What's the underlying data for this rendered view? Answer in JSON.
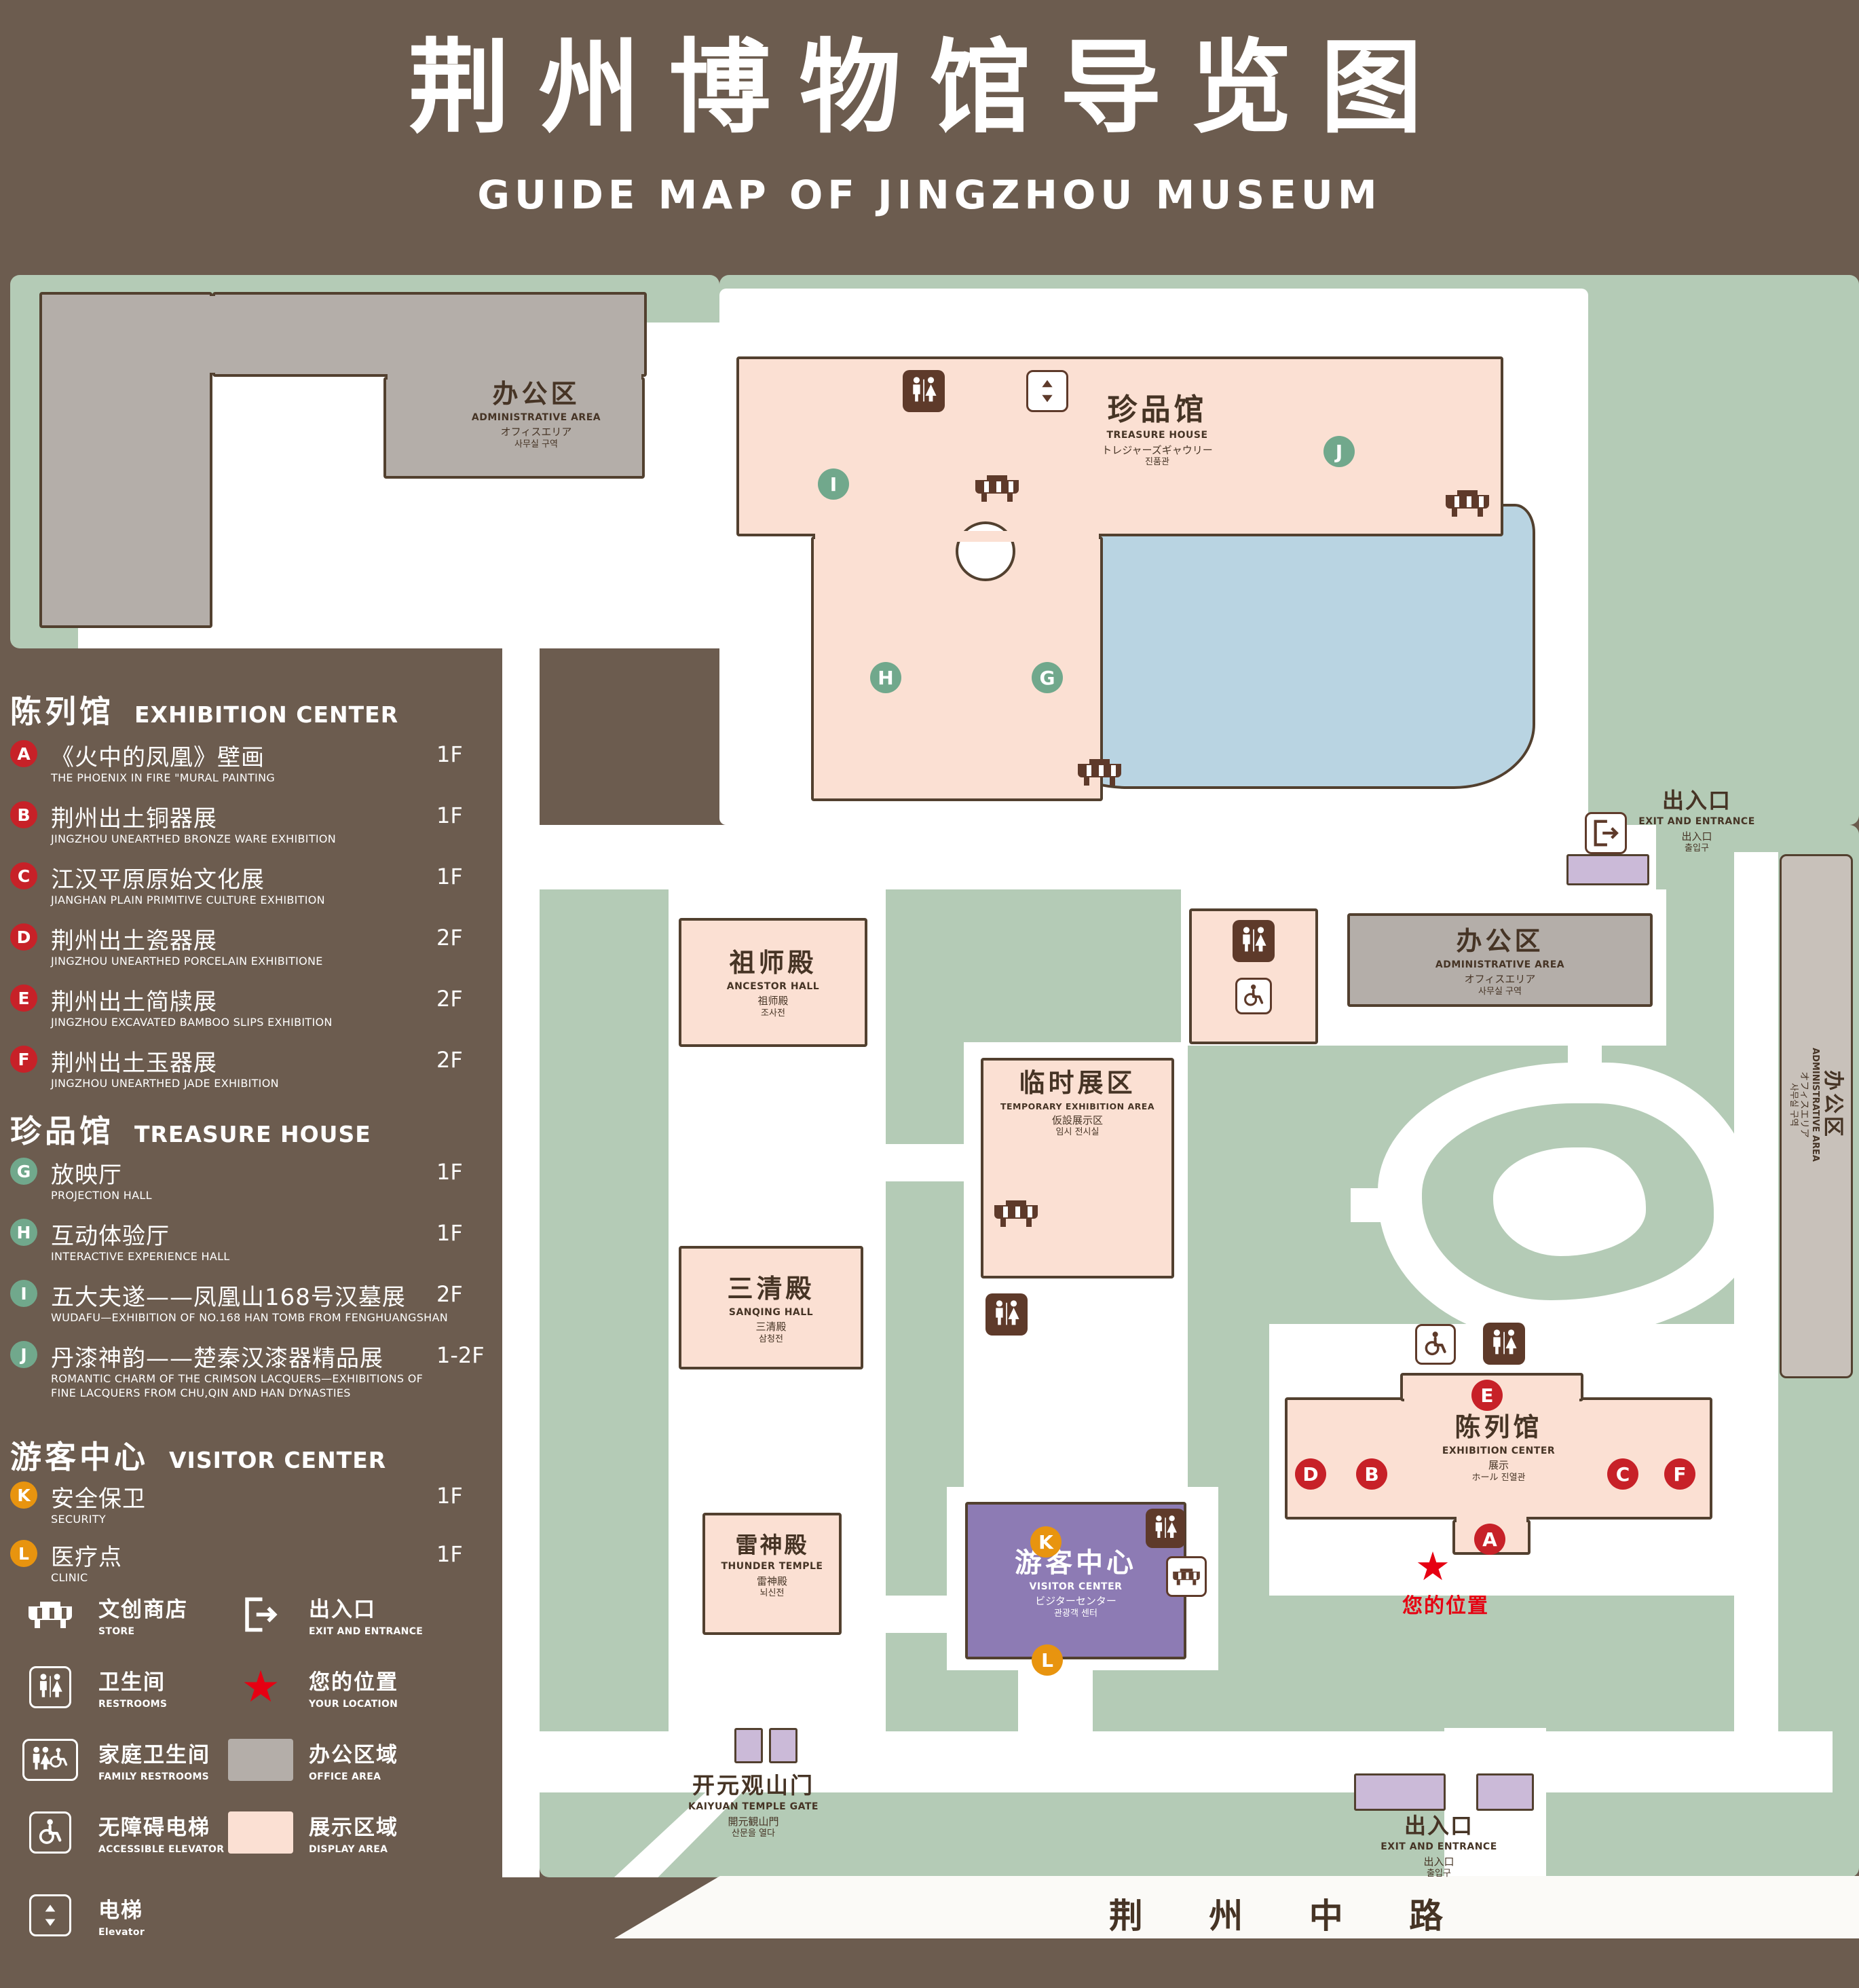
{
  "header": {
    "title_zh": "荆州博物馆导览图",
    "title_en": "GUIDE MAP OF JINGZHOU MUSEUM"
  },
  "legend": {
    "sections": [
      {
        "title_zh": "陈列馆",
        "title_en": "EXHIBITION CENTER",
        "items": [
          {
            "letter": "A",
            "zh": "《火中的凤凰》壁画",
            "en": "THE PHOENIX IN FIRE \"MURAL PAINTING",
            "floor": "1F"
          },
          {
            "letter": "B",
            "zh": "荆州出土铜器展",
            "en": "JINGZHOU UNEARTHED BRONZE WARE EXHIBITION",
            "floor": "1F"
          },
          {
            "letter": "C",
            "zh": "江汉平原原始文化展",
            "en": "JIANGHAN PLAIN PRIMITIVE CULTURE EXHIBITION",
            "floor": "1F"
          },
          {
            "letter": "D",
            "zh": "荆州出土瓷器展",
            "en": "JINGZHOU UNEARTHED PORCELAIN EXHIBITIONE",
            "floor": "2F"
          },
          {
            "letter": "E",
            "zh": "荆州出土简牍展",
            "en": "JINGZHOU EXCAVATED BAMBOO SLIPS EXHIBITION",
            "floor": "2F"
          },
          {
            "letter": "F",
            "zh": "荆州出土玉器展",
            "en": "JINGZHOU UNEARTHED JADE EXHIBITION",
            "floor": "2F"
          }
        ]
      },
      {
        "title_zh": "珍品馆",
        "title_en": "TREASURE HOUSE",
        "items": [
          {
            "letter": "G",
            "zh": "放映厅",
            "en": "PROJECTION HALL",
            "floor": "1F"
          },
          {
            "letter": "H",
            "zh": "互动体验厅",
            "en": "INTERACTIVE EXPERIENCE HALL",
            "floor": "1F"
          },
          {
            "letter": "I",
            "zh": "五大夫遂——凤凰山168号汉墓展",
            "en": "WUDAFU—EXHIBITION OF NO.168 HAN TOMB FROM FENGHUANGSHAN",
            "floor": "2F"
          },
          {
            "letter": "J",
            "zh": "丹漆神韵——楚秦汉漆器精品展",
            "en": "ROMANTIC CHARM OF THE CRIMSON LACQUERS—EXHIBITIONS OF FINE LACQUERS FROM CHU,QIN AND HAN DYNASTIES",
            "floor": "1-2F"
          }
        ]
      },
      {
        "title_zh": "游客中心",
        "title_en": "VISITOR CENTER",
        "items": [
          {
            "letter": "K",
            "zh": "安全保卫",
            "en": "SECURITY",
            "floor": "1F"
          },
          {
            "letter": "L",
            "zh": "医疗点",
            "en": "CLINIC",
            "floor": "1F"
          }
        ]
      }
    ],
    "symbols": [
      {
        "icon": "store-icon",
        "zh": "文创商店",
        "en": "STORE"
      },
      {
        "icon": "exit-icon",
        "zh": "出入口",
        "en": "EXIT AND ENTRANCE"
      },
      {
        "icon": "restroom-icon",
        "zh": "卫生间",
        "en": "RESTROOMS"
      },
      {
        "icon": "location-star-icon",
        "zh": "您的位置",
        "en": "YOUR LOCATION"
      },
      {
        "icon": "family-restroom-icon",
        "zh": "家庭卫生间",
        "en": "FAMILY RESTROOMS"
      },
      {
        "icon": "office-area-swatch",
        "zh": "办公区域",
        "en": "OFFICE AREA"
      },
      {
        "icon": "accessible-elevator-icon",
        "zh": "无障碍电梯",
        "en": "ACCESSIBLE ELEVATOR"
      },
      {
        "icon": "display-area-swatch",
        "zh": "展示区域",
        "en": "DISPLAY AREA"
      },
      {
        "icon": "elevator-icon",
        "zh": "电梯",
        "en": "Elevator"
      }
    ]
  },
  "map": {
    "markers": {
      "A": "A",
      "B": "B",
      "C": "C",
      "D": "D",
      "E": "E",
      "F": "F",
      "G": "G",
      "H": "H",
      "I": "I",
      "J": "J",
      "K": "K",
      "L": "L"
    },
    "admin_nw": {
      "zh": "办公区",
      "en": "ADMINISTRATIVE AREA",
      "ja": "オフィスエリア",
      "ko": "사무실 구역"
    },
    "treasure": {
      "zh": "珍品馆",
      "en": "TREASURE HOUSE",
      "ja": "トレジャーズギャウリー",
      "ko": "진품관"
    },
    "ancestor": {
      "zh": "祖师殿",
      "en": "ANCESTOR HALL",
      "ja": "祖师殿",
      "ko": "조사전"
    },
    "temporary": {
      "zh": "临时展区",
      "en": "TEMPORARY EXHIBITION AREA",
      "ja": "仮設展示区",
      "ko": "임시 전시실"
    },
    "admin_e": {
      "zh": "办公区",
      "en": "ADMINISTRATIVE AREA",
      "ja": "オフィスエリア",
      "ko": "사무실 구역"
    },
    "sanqing": {
      "zh": "三清殿",
      "en": "SANQING HALL",
      "ja": "三清殿",
      "ko": "삼청전"
    },
    "thunder": {
      "zh": "雷神殿",
      "en": "THUNDER TEMPLE",
      "ja": "雷神殿",
      "ko": "뇌신전"
    },
    "visitor": {
      "zh": "游客中心",
      "en": "VISITOR CENTER",
      "ja": "ビジターセンター",
      "ko": "관광객 센터"
    },
    "exhibition": {
      "zh": "陈列馆",
      "en": "EXHIBITION CENTER",
      "ja": "展示",
      "ko": "ホール 진열관"
    },
    "admin_strip": {
      "zh": "办公区",
      "en": "ADMINISTRATIVE AREA",
      "ja": "オフィスエリア",
      "ko": "사무실 구역"
    },
    "exit_ne": {
      "zh": "出入口",
      "en": "EXIT AND ENTRANCE",
      "ja": "出入口",
      "ko": "출입구"
    },
    "exit_s": {
      "zh": "出入口",
      "en": "EXIT AND ENTRANCE",
      "ja": "出入口",
      "ko": "출입구"
    },
    "gate": {
      "zh": "开元观山门",
      "en": "KAIYUAN TEMPLE GATE",
      "ja": "開元観山門",
      "ko": "산문을 열다"
    },
    "your_location": "您的位置",
    "road": "荆 州 中 路"
  },
  "colors": {
    "background": "#6c5c4f",
    "lawn": "#b4cbb6",
    "display_area": "#fbe0d3",
    "office_area": "#b4aea9",
    "visitor_center": "#8d7bb4",
    "pond": "#b9d4e2",
    "entrance": "#cbbad8",
    "marker_red": "#c72128",
    "marker_green": "#71a88c",
    "marker_orange": "#e8940f",
    "icon_brown": "#5e3a2a",
    "location_red": "#e60012"
  }
}
